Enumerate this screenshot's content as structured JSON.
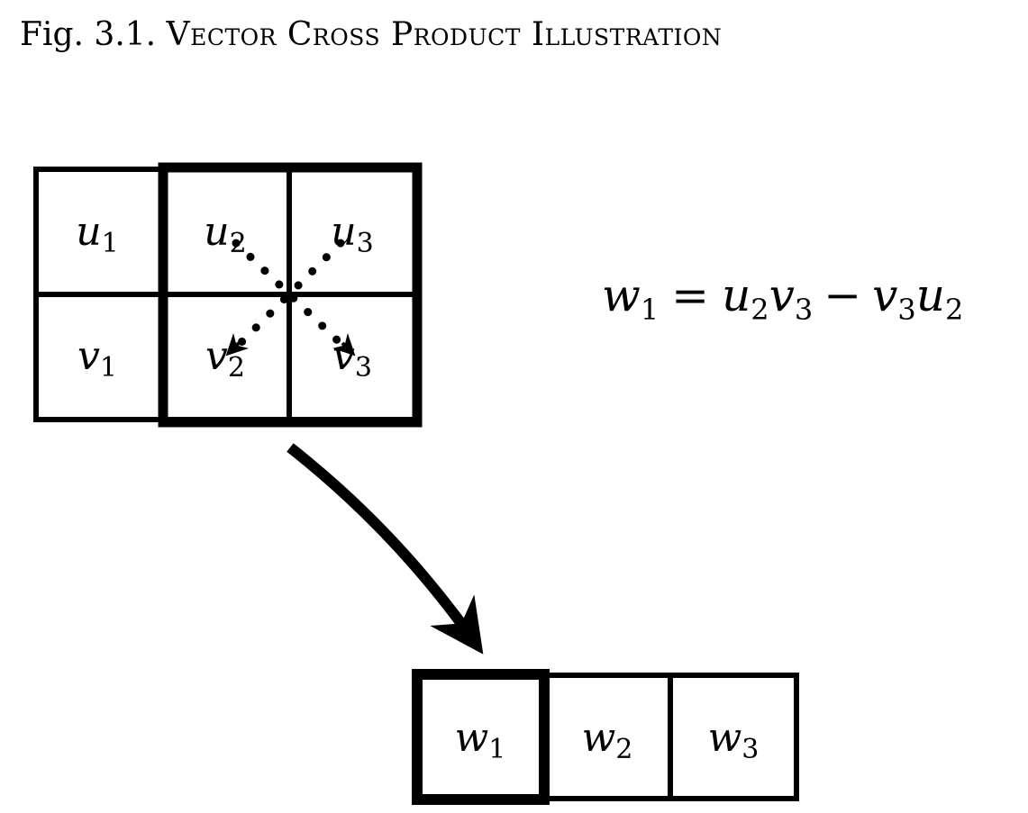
{
  "figure": {
    "caption_prefix": "Fig. 3.1.",
    "caption_title": "Vector Cross Product Illustration"
  },
  "input_matrix": {
    "row_u": [
      {
        "base": "u",
        "sub": "1"
      },
      {
        "base": "u",
        "sub": "2"
      },
      {
        "base": "u",
        "sub": "3"
      }
    ],
    "row_v": [
      {
        "base": "v",
        "sub": "1"
      },
      {
        "base": "v",
        "sub": "2"
      },
      {
        "base": "v",
        "sub": "3"
      }
    ]
  },
  "output_vector": [
    {
      "base": "w",
      "sub": "1"
    },
    {
      "base": "w",
      "sub": "2"
    },
    {
      "base": "w",
      "sub": "3"
    }
  ],
  "equation": {
    "lhs_base": "w",
    "lhs_sub": "1",
    "equals": "=",
    "t1a_base": "u",
    "t1a_sub": "2",
    "t1b_base": "v",
    "t1b_sub": "3",
    "minus": "−",
    "t2a_base": "v",
    "t2a_sub": "3",
    "t2b_base": "u",
    "t2b_sub": "2"
  },
  "colors": {
    "ink": "#000000",
    "background": "#ffffff"
  }
}
